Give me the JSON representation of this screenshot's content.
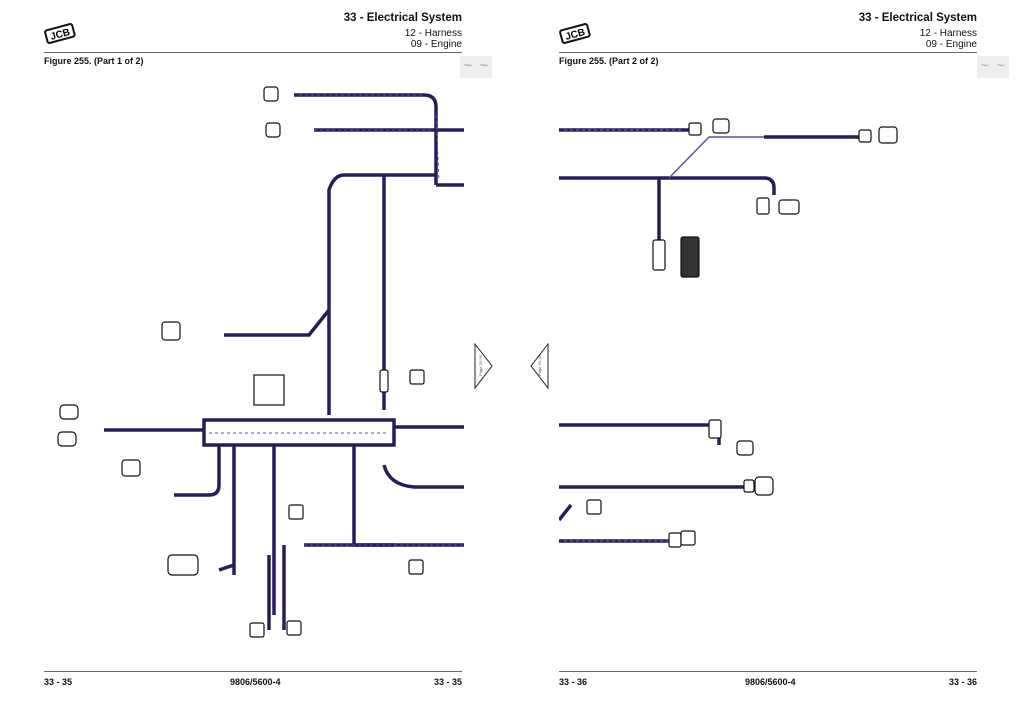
{
  "left_page": {
    "section": "33 - Electrical System",
    "subsection": "12 - Harness",
    "subsubsection": "09 - Engine",
    "figure": "Figure 255. (Part 1 of 2)",
    "footer_left": "33 - 35",
    "footer_center": "9806/5600-4",
    "footer_right": "33 - 35",
    "logo": "JCB",
    "next_arrow_label": "Page 33-36"
  },
  "right_page": {
    "section": "33 - Electrical System",
    "subsection": "12 - Harness",
    "subsubsection": "09 - Engine",
    "figure": "Figure 255. (Part 2 of 2)",
    "footer_left": "33 - 36",
    "footer_center": "9806/5600-4",
    "footer_right": "33 - 36",
    "logo": "JCB",
    "prev_arrow_label": "Page 33-35"
  },
  "colors": {
    "wire": "#2b1b5c",
    "wire_highlight": "#5a4fb0"
  }
}
